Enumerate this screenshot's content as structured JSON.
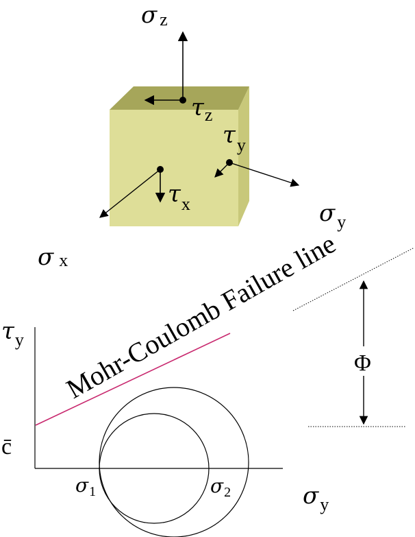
{
  "cube": {
    "front_color": "#dede98",
    "top_color": "#a6a65a",
    "side_color": "#c8c87a"
  },
  "labels": {
    "sigma_z": {
      "symbol": "σ",
      "sub": "z"
    },
    "tau_z": {
      "symbol": "τ",
      "sub": "z"
    },
    "tau_y_cube": {
      "symbol": "τ",
      "sub": "y"
    },
    "tau_x": {
      "symbol": "τ",
      "sub": "x"
    },
    "sigma_y_upper": {
      "symbol": "σ",
      "sub": "y"
    },
    "sigma_x": {
      "symbol": "σ",
      "sub": "x"
    },
    "tau_y_axis": {
      "symbol": "τ",
      "sub": "y"
    },
    "c_bar": "c̄",
    "sigma_1": {
      "symbol": "σ",
      "sub": "1"
    },
    "sigma_2": {
      "symbol": "σ",
      "sub": "2"
    },
    "sigma_y_axis": {
      "symbol": "σ",
      "sub": "y"
    },
    "phi": "Φ",
    "failure_line_text": "Mohr-Coulomb Failure line"
  },
  "colors": {
    "failure_line": "#c8286e",
    "ink": "#000000"
  }
}
